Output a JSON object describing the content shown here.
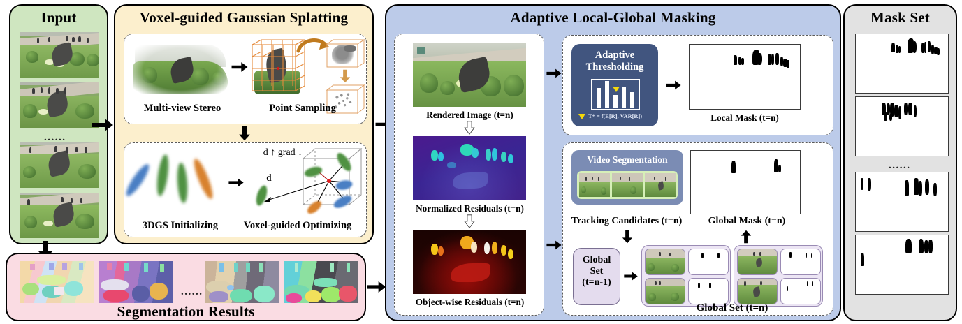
{
  "figure": {
    "type": "pipeline-diagram",
    "title": "Voxel-guided Gaussian Splatting with Adaptive Local-Global Masking pipeline"
  },
  "panels": {
    "input": {
      "title": "Input",
      "color": "#cfe6c0",
      "ellipsis": "......",
      "frames": [
        "input-frame-1",
        "input-frame-2",
        "input-frame-3",
        "input-frame-4"
      ]
    },
    "segmentation": {
      "title": "Segmentation Results",
      "color": "#fadce3",
      "ellipsis": "......",
      "tiles": [
        "seg-tile-1",
        "seg-tile-2",
        "seg-tile-3",
        "seg-tile-4"
      ]
    },
    "vggs": {
      "title": "Voxel-guided Gaussian Splatting",
      "color": "#fcefcd",
      "top_row": {
        "left_caption": "Multi-view Stereo",
        "right_caption": "Point Sampling"
      },
      "bottom_row": {
        "left_caption": "3DGS Initializing",
        "right_caption": "Voxel-guided Optimizing",
        "annotation_grad": "d ↑ grad ↓",
        "annotation_d": "d"
      }
    },
    "masking": {
      "title": "Adaptive Local-Global Masking",
      "color": "#bccbe9",
      "left_column": {
        "rendered_caption": "Rendered Image (t=n)",
        "normalized_caption": "Normalized Residuals (t=n)",
        "objectwise_caption": "Object-wise Residuals (t=n)"
      },
      "local_branch": {
        "module_title_line1": "Adaptive",
        "module_title_line2": "Thresholding",
        "formula_prefix": "T*",
        "formula": "T* = f(E[R],  VAR[R])",
        "mask_caption": "Local Mask (t=n)",
        "module_color": "#41557f"
      },
      "global_branch": {
        "module_title": "Video Segmentation",
        "tracking_caption": "Tracking Candidates (t=n)",
        "global_mask_caption": "Global Mask (t=n)",
        "global_set_prev_line1": "Global",
        "global_set_prev_line2": "Set",
        "global_set_prev_line3": "(t=n-1)",
        "global_set_caption": "Global Set (t=n)",
        "module_color": "#7b8cb4",
        "set_color": "#e4dcee"
      }
    },
    "maskset": {
      "title": "Mask Set",
      "color": "#e2e2e2",
      "ellipsis": "......",
      "frames": [
        "mask-frame-1",
        "mask-frame-2",
        "mask-frame-3",
        "mask-frame-4"
      ]
    }
  },
  "icons": {
    "arrow_right": "arrow-right-icon",
    "arrow_down": "arrow-down-icon",
    "arrow_up": "arrow-up-icon",
    "arrow_down_hollow": "arrow-down-hollow-icon",
    "arrow_curve": "arrow-curved-icon",
    "triangle_marker": "yellow-triangle-marker-icon"
  }
}
